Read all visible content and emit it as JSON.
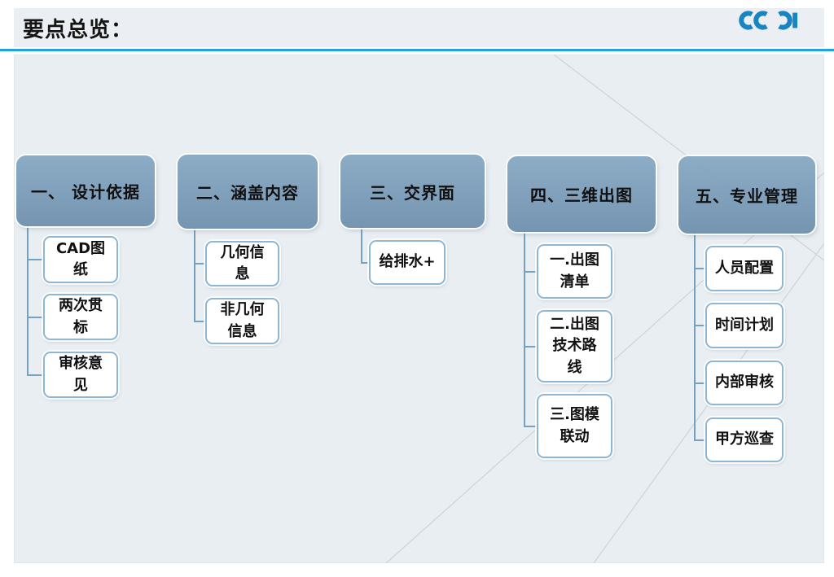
{
  "header": {
    "title": "要点总览：",
    "logo": "CCDI"
  },
  "colors": {
    "divider": "#1FA3DA",
    "logo_blue": "#1685C1",
    "panel_bg": "#E9EEF2",
    "category_fill": "#7BA1BF",
    "box_border": "#8FB6D3",
    "connector": "#74A0C2"
  },
  "diagram": {
    "columns": [
      {
        "header": "一、 设计依据",
        "items": [
          "CAD图\n纸",
          "两次贯\n标",
          "审核意\n见"
        ]
      },
      {
        "header": "二、涵盖内容",
        "items": [
          "几何信\n息",
          "非几何\n信息"
        ]
      },
      {
        "header": "三、交界面",
        "items": [
          "给排水+"
        ]
      },
      {
        "header": "四、三维出图",
        "items": [
          "一.出图\n清单",
          "二.出图\n技术路\n线",
          "三.图模\n联动"
        ]
      },
      {
        "header": "五、专业管理",
        "items": [
          "人员配置",
          "时间计划",
          "内部审核",
          "甲方巡查"
        ]
      }
    ]
  }
}
